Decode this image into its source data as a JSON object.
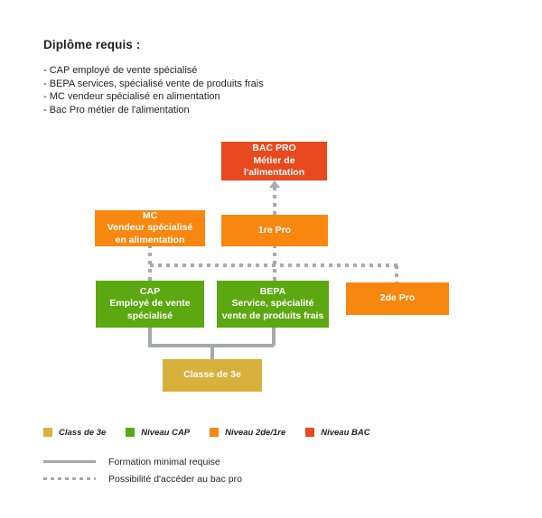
{
  "intro": {
    "title": "Diplôme requis :",
    "lines": [
      "- CAP employé de vente spécialisé",
      "- BEPA services, spécialisé vente de produits frais",
      "- MC vendeur spécialisé en alimentation",
      "- Bac Pro métier de l'alimentation"
    ]
  },
  "colors": {
    "bac": "#e8491e",
    "niveau_2de_1re": "#f7870f",
    "niveau_cap": "#5ca811",
    "classe_3e": "#d8b03c",
    "connector": "#a7a9ac",
    "text": "#231f20"
  },
  "diagram": {
    "nodes": {
      "bacpro": {
        "line1": "BAC PRO",
        "line2": "Métier de l'alimentation"
      },
      "mc": {
        "line1": "MC",
        "line2": "Vendeur spécialisé",
        "line3": "en alimentation"
      },
      "premiere_pro": {
        "line1": "1re Pro"
      },
      "cap": {
        "line1": "CAP",
        "line2": "Employé de vente",
        "line3": "spécialisé"
      },
      "bepa": {
        "line1": "BEPA",
        "line2": "Service, spécialité",
        "line3": "vente de produits frais"
      },
      "seconde_pro": {
        "line1": "2de Pro"
      },
      "classe3e": {
        "line1": "Classe de 3e"
      }
    }
  },
  "legend": {
    "swatches": [
      {
        "label": "Class de 3e",
        "color": "#d8b03c"
      },
      {
        "label": "Niveau CAP",
        "color": "#5ca811"
      },
      {
        "label": "Niveau 2de/1re",
        "color": "#f7870f"
      },
      {
        "label": "Niveau BAC",
        "color": "#e8491e"
      }
    ],
    "lines": [
      {
        "style": "solid",
        "label": "Formation minimal requise"
      },
      {
        "style": "dashed",
        "label": "Possibilité d'accéder au bac pro"
      }
    ]
  }
}
